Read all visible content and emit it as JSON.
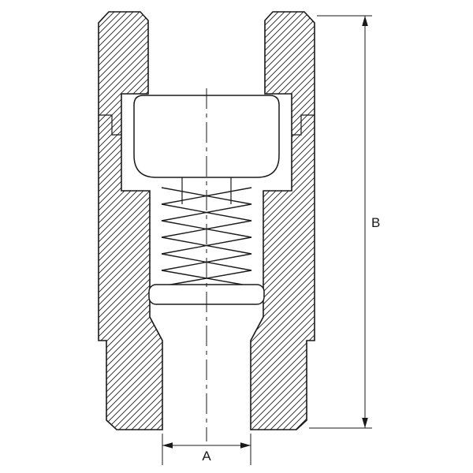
{
  "drawing": {
    "type": "technical-section-drawing",
    "subject": "spring-loaded check valve cross-section",
    "dimension_labels": {
      "bore_width": "A",
      "overall_height": "B"
    },
    "colors": {
      "line": "#1a1a1a",
      "background": "#ffffff"
    }
  }
}
